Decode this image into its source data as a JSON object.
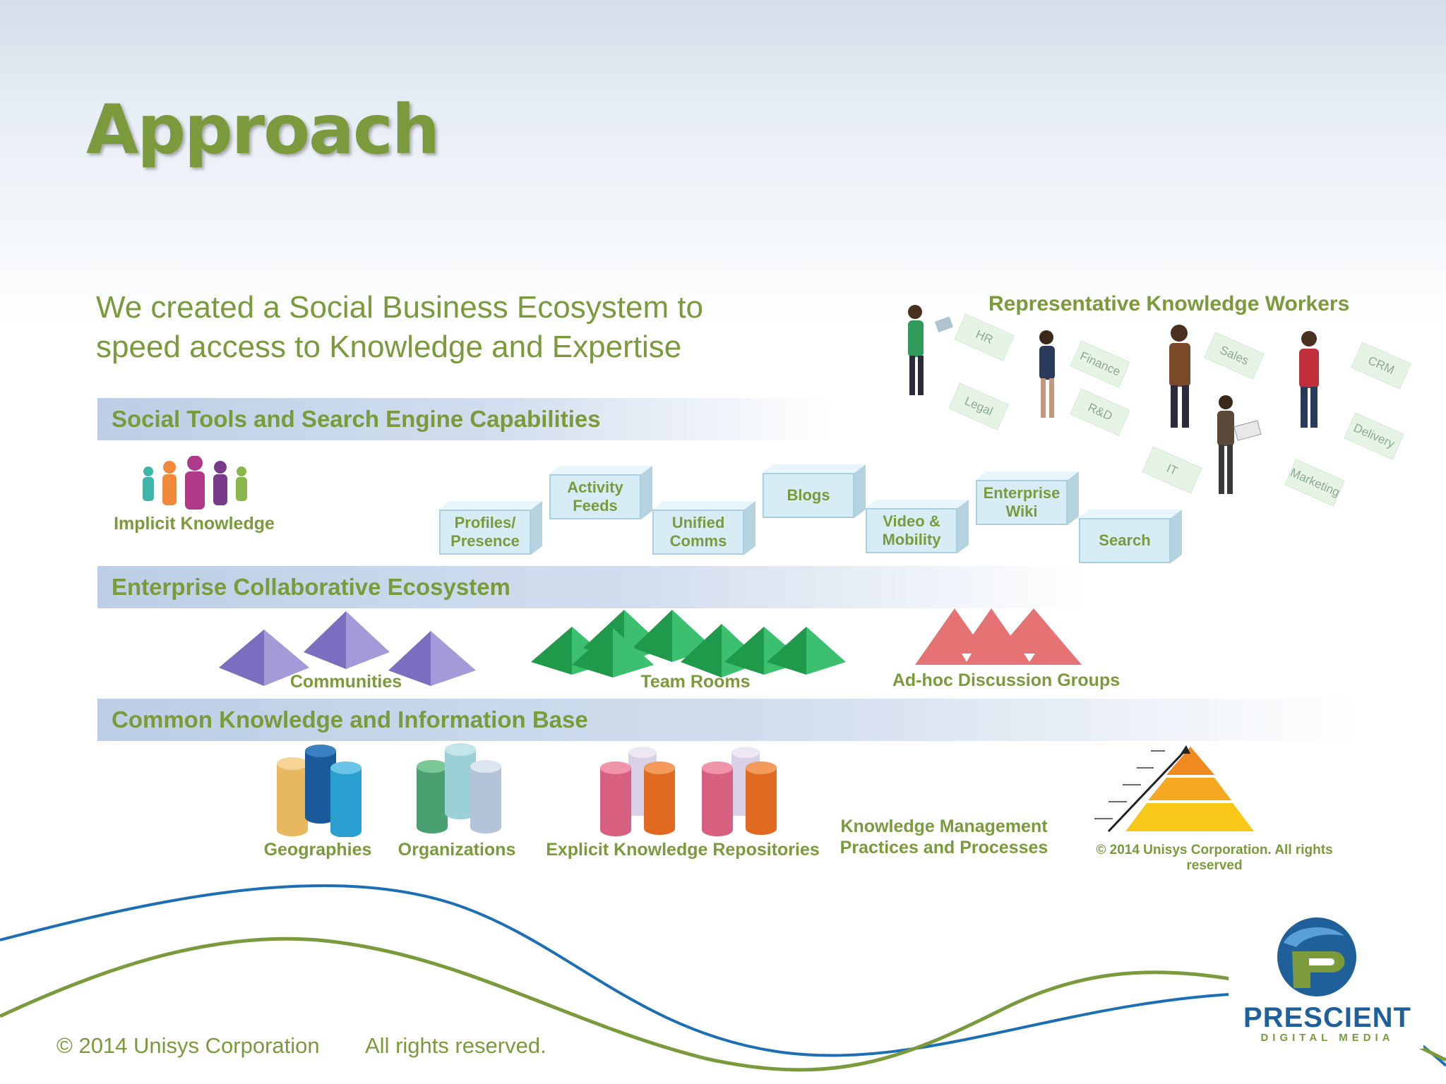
{
  "title": "Approach",
  "intro": {
    "line1": "We created a Social Business Ecosystem to",
    "line2": "speed access to Knowledge and Expertise"
  },
  "workers": {
    "heading": "Representative Knowledge Workers",
    "departments": [
      "HR",
      "Finance",
      "Sales",
      "CRM",
      "Legal",
      "R&D",
      "Delivery",
      "IT",
      "Marketing"
    ]
  },
  "bands": {
    "social_tools": "Social Tools and Search Engine Capabilities",
    "collaborative": "Enterprise Collaborative Ecosystem",
    "knowledge_base": "Common Knowledge and Information Base"
  },
  "implicit_knowledge": "Implicit  Knowledge",
  "tools": [
    {
      "line1": "Profiles/",
      "line2": "Presence"
    },
    {
      "line1": "Activity",
      "line2": "Feeds"
    },
    {
      "line1": "Unified",
      "line2": "Comms"
    },
    {
      "line1": "Blogs",
      "line2": ""
    },
    {
      "line1": "Video &",
      "line2": "Mobility"
    },
    {
      "line1": "Enterprise",
      "line2": "Wiki"
    },
    {
      "line1": "Search",
      "line2": ""
    }
  ],
  "groups": {
    "communities": "Communities",
    "team_rooms": "Team Rooms",
    "adhoc": "Ad-hoc Discussion Groups"
  },
  "repositories": {
    "geographies": "Geographies",
    "organizations": "Organizations",
    "explicit": "Explicit Knowledge Repositories",
    "km_line1": "Knowledge Management",
    "km_line2": "Practices and Processes"
  },
  "pyramid_copyright": {
    "line1": "© 2014 Unisys Corporation. All rights",
    "line2": "reserved"
  },
  "footer": {
    "copyright": "© 2014 Unisys Corporation",
    "rights": "All rights reserved."
  },
  "logo": {
    "name": "PRESCIENT",
    "subtitle": "DIGITAL MEDIA"
  },
  "colors": {
    "olive_text": "#7a9a3c",
    "band_blue": "#bccfe6",
    "community_purple": "#8a7ec8",
    "team_green": "#1f9a4a",
    "adhoc_red": "#e57373",
    "curve_blue": "#1c6fb5",
    "curve_green": "#7a9a3c"
  }
}
